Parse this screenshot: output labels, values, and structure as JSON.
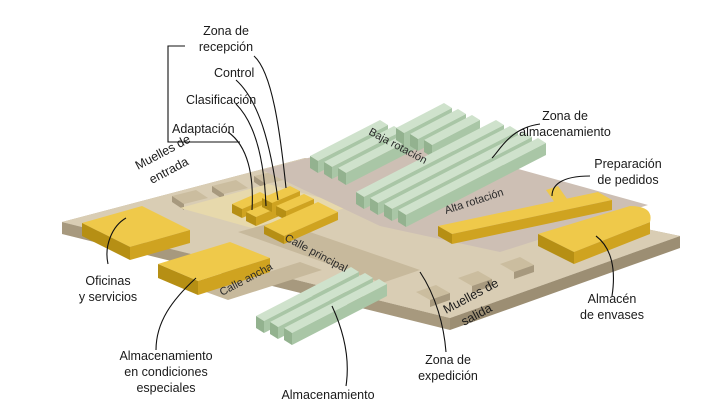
{
  "labels": {
    "zona_recepcion": [
      "Zona de",
      "recepción"
    ],
    "control": "Control",
    "clasificacion": "Clasificación",
    "adaptacion": "Adaptación",
    "muelles_entrada": [
      "Muelles de",
      "entrada"
    ],
    "baja_rotacion": "Baja rotación",
    "alta_rotacion": "Alta rotación",
    "zona_almacenamiento": [
      "Zona de",
      "almacenamiento"
    ],
    "preparacion_pedidos": [
      "Preparación",
      "de pedidos"
    ],
    "calle_principal": "Calle principal",
    "calle_ancha": "Calle ancha",
    "oficinas": [
      "Oficinas",
      "y servicios"
    ],
    "almacenamiento_especial": [
      "Almacenamiento",
      "en condiciones",
      "especiales"
    ],
    "almacenamiento": "Almacenamiento",
    "muelles_salida": [
      "Muelles de",
      "salida"
    ],
    "zona_expedicion": [
      "Zona de",
      "expedición"
    ],
    "almacen_envases": [
      "Almacén",
      "de envases"
    ]
  },
  "colors": {
    "floor": "#d9cdb4",
    "floor_side": "#b8aa8e",
    "reception_zone": "#e7d9ac",
    "storage_zone": "#cdbfb4",
    "street": "#c7b99c",
    "yellow": "#e3b82a",
    "yellow_side": "#b8900f",
    "green": "#b5cfb2",
    "green_side": "#8fae8b"
  }
}
